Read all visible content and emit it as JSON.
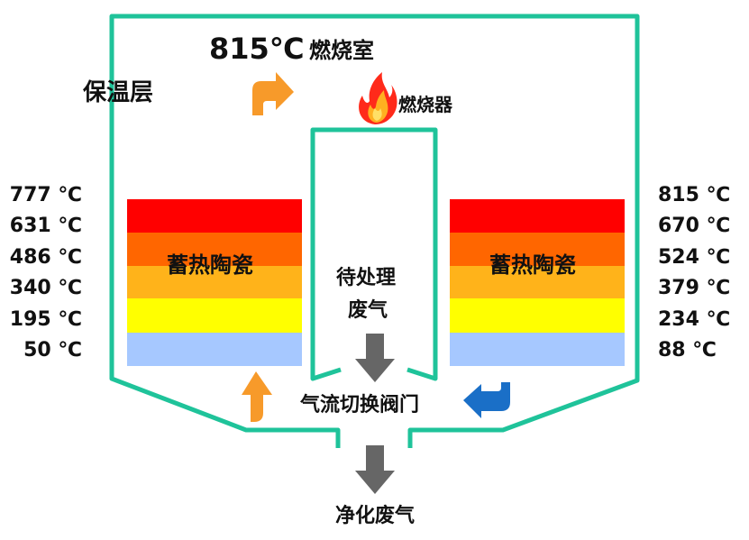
{
  "labels": {
    "chamber_temp": "815℃",
    "chamber": "燃烧室",
    "insulation": "保温层",
    "burner": "燃烧器",
    "ceramic_left": "蓄热陶瓷",
    "ceramic_right": "蓄热陶瓷",
    "untreated_line1": "待处理",
    "untreated_line2": "废气",
    "valve": "气流切换阀门",
    "clean_gas": "净化废气"
  },
  "left_temps": [
    "777 ℃",
    "631 ℃",
    "486 ℃",
    "340 ℃",
    "195 ℃",
    "50 ℃"
  ],
  "right_temps": [
    "815 ℃",
    "670 ℃",
    "524 ℃",
    "379 ℃",
    "234 ℃",
    "88 ℃"
  ],
  "colors": {
    "wall": "#1fc39a",
    "layers": [
      "#ff0000",
      "#ff6600",
      "#ffa31a",
      "#ffc000",
      "#ffff00",
      "#a6c8ff"
    ],
    "arrow_orange": "#f79a2a",
    "arrow_blue": "#1a6fc7",
    "arrow_gray": "#666666",
    "flame_outer": "#ff2a1a",
    "flame_inner": "#ffd43b"
  }
}
